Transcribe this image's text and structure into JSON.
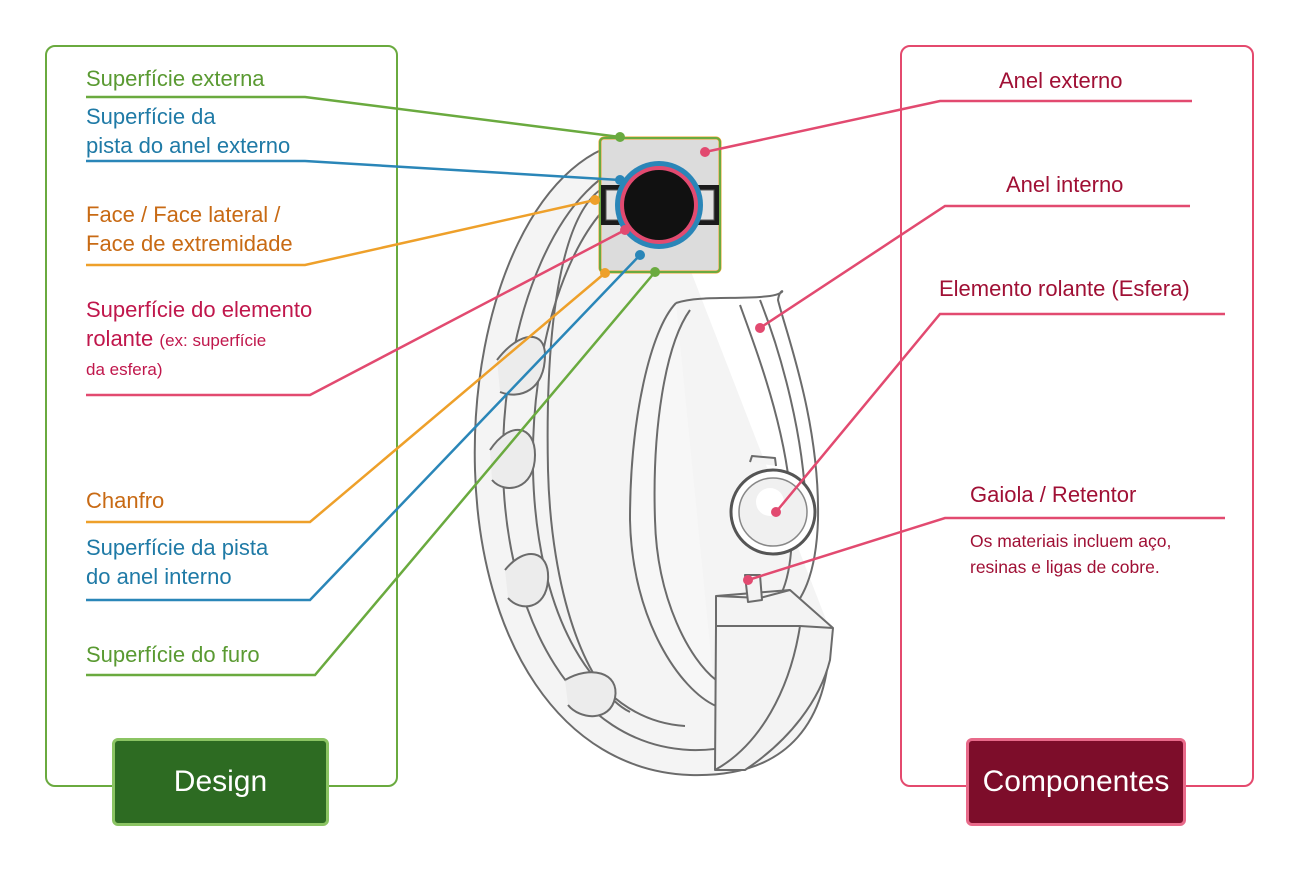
{
  "design_panel": {
    "button_label": "Design",
    "labels": [
      {
        "id": "outer-surface",
        "lines": [
          "Superfície externa"
        ],
        "color": "#5a9a32"
      },
      {
        "id": "outer-raceway",
        "lines": [
          "Superfície da",
          "pista do anel externo"
        ],
        "color": "#1f7aa6"
      },
      {
        "id": "side-face",
        "lines": [
          "Face / Face lateral /",
          "Face de extremidade"
        ],
        "color": "#c86a14"
      },
      {
        "id": "rolling-surface",
        "lines": [
          "Superfície do elemento",
          "rolante",
          "(ex: superfície",
          "da esfera)"
        ],
        "color": "#c0174c"
      },
      {
        "id": "chamfer",
        "lines": [
          "Chanfro"
        ],
        "color": "#c86a14"
      },
      {
        "id": "inner-raceway",
        "lines": [
          "Superfície da pista",
          "do anel interno"
        ],
        "color": "#1f7aa6"
      },
      {
        "id": "bore-surface",
        "lines": [
          "Superfície do furo"
        ],
        "color": "#5a9a32"
      }
    ]
  },
  "components_panel": {
    "button_label": "Componentes",
    "labels": [
      {
        "id": "outer-ring",
        "text": "Anel externo"
      },
      {
        "id": "inner-ring",
        "text": "Anel interno"
      },
      {
        "id": "rolling-element",
        "text": "Elemento rolante (Esfera)"
      },
      {
        "id": "cage",
        "text": "Gaiola / Retentor"
      }
    ],
    "cage_note": [
      "Os materiais incluem aço,",
      "resinas e ligas de cobre."
    ]
  },
  "colors": {
    "design_border": "#6aaa3f",
    "design_button": "#2d6b22",
    "components_border": "#e44a6e",
    "components_button": "#7d0d2a",
    "leader_green": "#6aaa3f",
    "leader_blue": "#2a86b8",
    "leader_orange": "#eea02a",
    "leader_pink": "#e24a70"
  },
  "icons": [
    "ball-bearing-illustration",
    "bearing-cross-section-inset"
  ]
}
